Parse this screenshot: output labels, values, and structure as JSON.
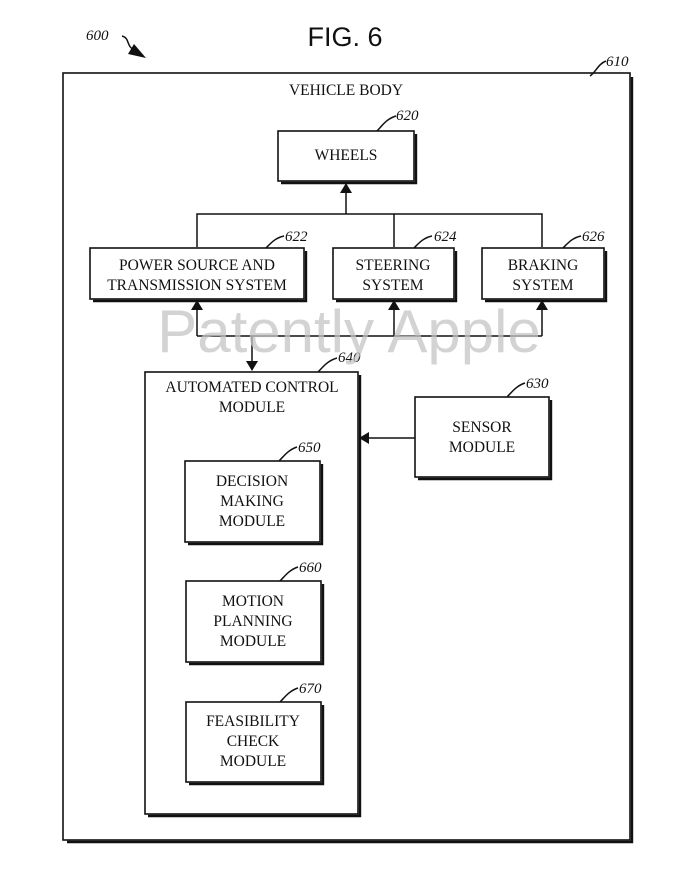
{
  "figure": {
    "title": "FIG. 6",
    "ref": "600"
  },
  "vehicle_body": {
    "label": "VEHICLE BODY",
    "ref": "610"
  },
  "wheels": {
    "label": "WHEELS",
    "ref": "620"
  },
  "power": {
    "line1": "POWER SOURCE AND",
    "line2": "TRANSMISSION SYSTEM",
    "ref": "622"
  },
  "steering": {
    "line1": "STEERING",
    "line2": "SYSTEM",
    "ref": "624"
  },
  "braking": {
    "line1": "BRAKING",
    "line2": "SYSTEM",
    "ref": "626"
  },
  "automated": {
    "line1": "AUTOMATED CONTROL",
    "line2": "MODULE",
    "ref": "640"
  },
  "sensor": {
    "line1": "SENSOR",
    "line2": "MODULE",
    "ref": "630"
  },
  "decision": {
    "line1": "DECISION",
    "line2": "MAKING",
    "line3": "MODULE",
    "ref": "650"
  },
  "motion": {
    "line1": "MOTION",
    "line2": "PLANNING",
    "line3": "MODULE",
    "ref": "660"
  },
  "feasibility": {
    "line1": "FEASIBILITY",
    "line2": "CHECK",
    "line3": "MODULE",
    "ref": "670"
  },
  "watermark": "Patently Apple"
}
